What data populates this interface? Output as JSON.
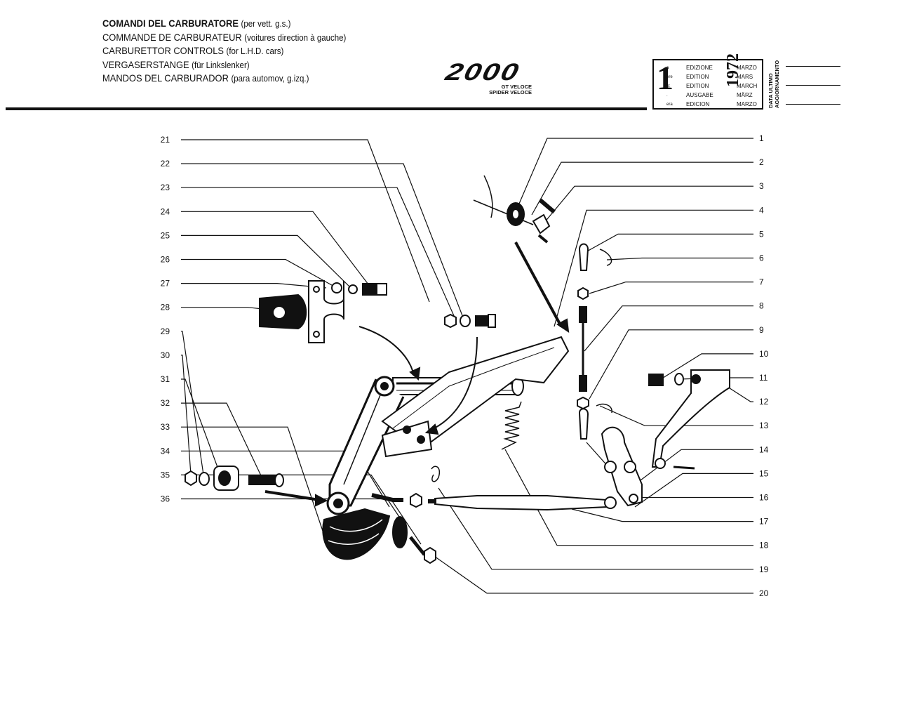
{
  "header": {
    "titles": [
      {
        "main": "COMANDI DEL CARBURATORE",
        "paren": "(per vett. g.s.)"
      },
      {
        "main": "COMMANDE DE CARBURATEUR",
        "paren": "(voitures direction à gauche)"
      },
      {
        "main": "CARBURETTOR CONTROLS",
        "paren": "(for L.H.D. cars)"
      },
      {
        "main": "VERGASERSTANGE",
        "paren": "(für Linkslenker)"
      },
      {
        "main": "MANDOS DEL CARBURADOR",
        "paren": "(para automov, g.izq.)"
      }
    ],
    "logo": {
      "mark": "2000",
      "line1": "GT VELOCE",
      "line2": "SPIDER VELOCE"
    }
  },
  "edition": {
    "number": "1",
    "suffixes": [
      "a",
      "ere",
      "st",
      ".",
      "era"
    ],
    "words": [
      "EDIZIONE",
      "EDITION",
      "EDITION",
      "AUSGABE",
      "EDICION"
    ],
    "year": "1972",
    "months": [
      "MARZO",
      "MARS",
      "MARCH",
      "MÄRZ",
      "MARZO"
    ],
    "update_label_1": "DATA ULTIMO",
    "update_label_2": "AGGIORNAMENTO"
  },
  "callouts_left": [
    "21",
    "22",
    "23",
    "24",
    "25",
    "26",
    "27",
    "28",
    "29",
    "30",
    "31",
    "32",
    "33",
    "34",
    "35",
    "36"
  ],
  "callouts_right": [
    "1",
    "2",
    "3",
    "4",
    "5",
    "6",
    "7",
    "8",
    "9",
    "10",
    "11",
    "12",
    "13",
    "14",
    "15",
    "16",
    "17",
    "18",
    "19",
    "20"
  ]
}
